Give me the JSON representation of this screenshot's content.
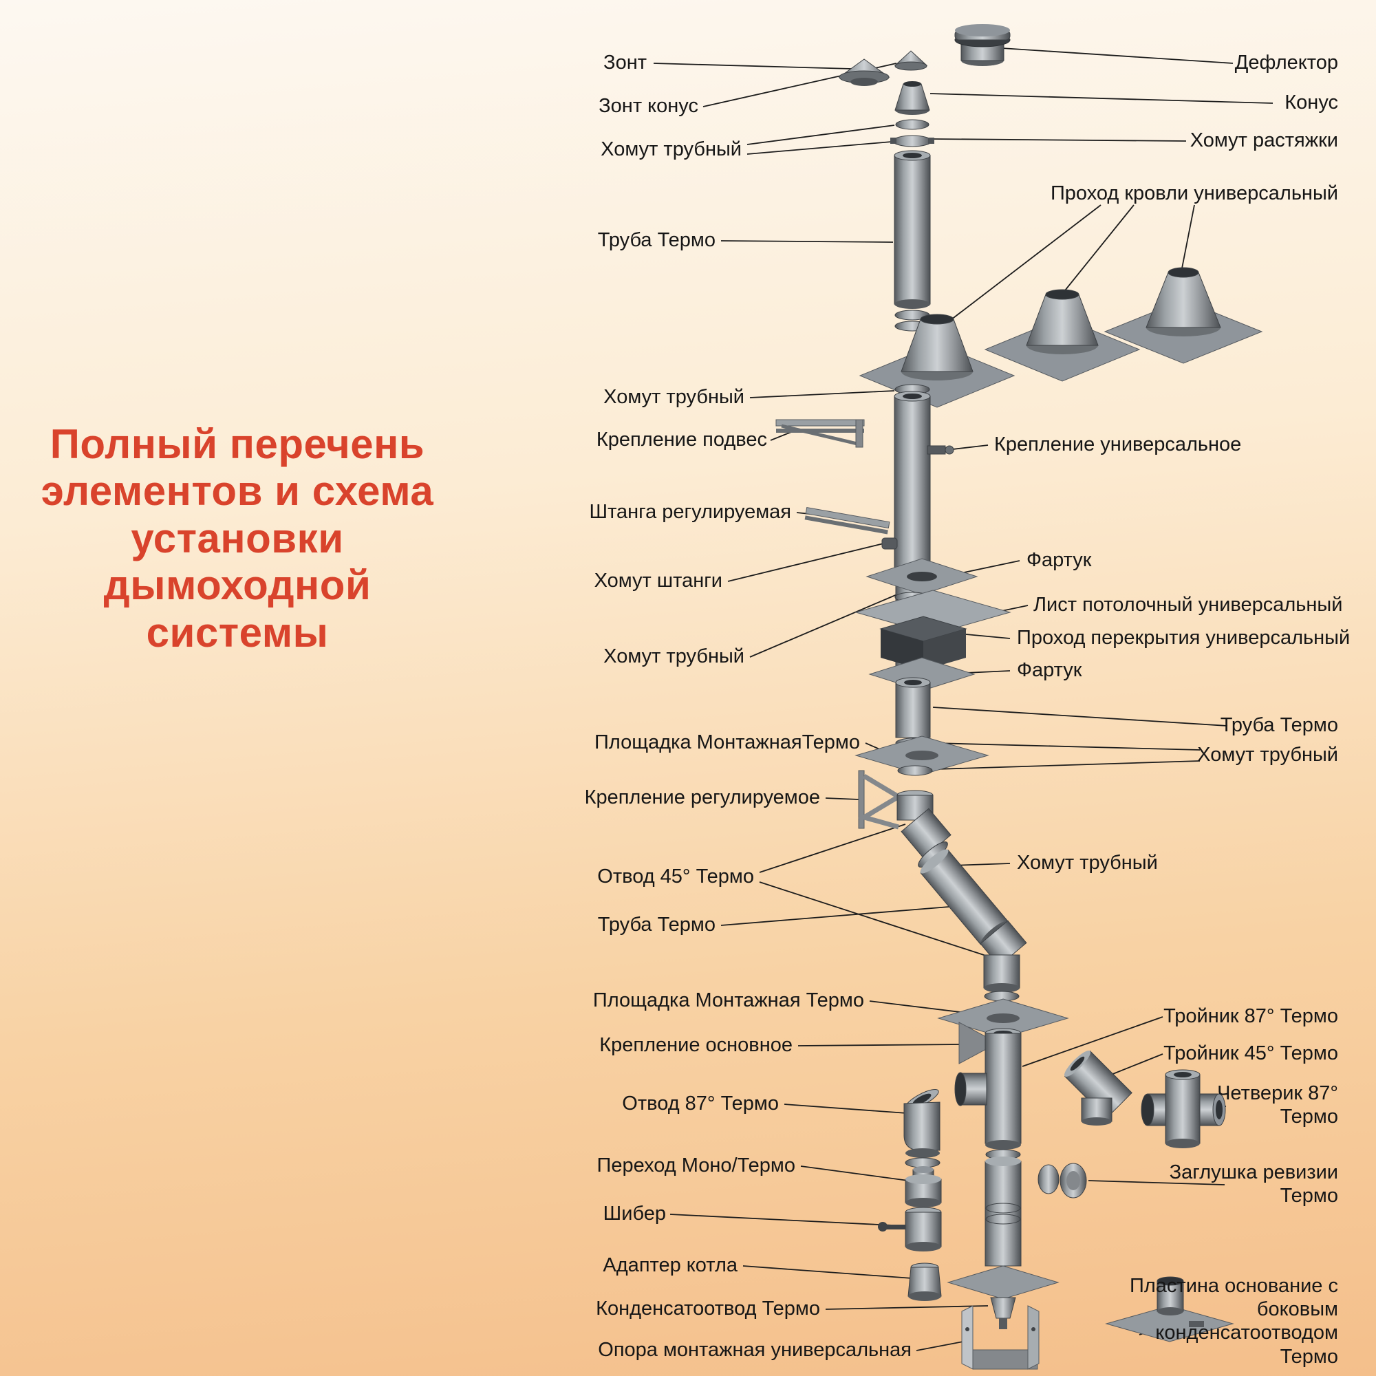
{
  "title": {
    "text": "Полный перечень\nэлементов и схема\nустановки\nдымоходной\nсистемы",
    "color": "#d9432c"
  },
  "left_labels": [
    "Зонт",
    "Зонт конус",
    "Хомут трубный",
    "Труба Термо",
    "Хомут трубный",
    "Крепление подвес",
    "Штанга регулируемая",
    "Хомут штанги",
    "Хомут трубный",
    "Площадка МонтажнаяТермо",
    "Крепление регулируемое",
    "Отвод 45° Термо",
    "Труба Термо",
    "Площадка Монтажная Термо",
    "Крепление основное",
    "Отвод 87° Термо",
    "Переход Моно/Термо",
    "Шибер",
    "Адаптер котла",
    "Конденсатоотвод Термо",
    "Опора монтажная универсальная"
  ],
  "right_labels": [
    "Дефлектор",
    "Конус",
    "Хомут растяжки",
    "Проход кровли универсальный",
    "Крепление универсальное",
    "Фартук",
    "Лист потолочный универсальный",
    "Проход перекрытия универсальный",
    "Фартук",
    "Труба Термо",
    "Хомут трубный",
    "Хомут трубный",
    "Тройник 87° Термо",
    "Тройник 45° Термо",
    "Четверик 87° Термо",
    "Заглушка ревизии Термо",
    "Пластина основание с боковым конденсатоотводом Термо"
  ],
  "colors": {
    "background_top": "#fdf8f1",
    "background_bottom": "#f4bf8b",
    "title_red": "#d9432c",
    "metal_dark": "#4e5256",
    "metal_light": "#cdd1d4",
    "line": "#1c1c1c"
  }
}
